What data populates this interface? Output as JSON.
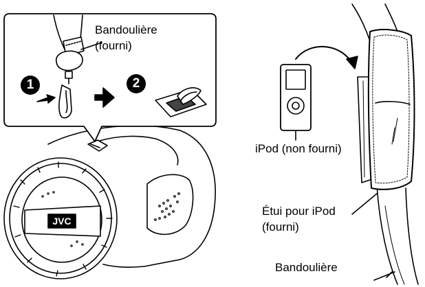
{
  "inset": {
    "strap_label_line1": "Bandoulière",
    "strap_label_line2": "(fourni)",
    "step1": "1",
    "step2": "2"
  },
  "camera": {
    "brand": "JVC"
  },
  "ipod": {
    "label": "iPod (non fourni)"
  },
  "case": {
    "label_line1": "Étui pour iPod",
    "label_line2": "(fourni)"
  },
  "strap": {
    "label": "Bandoulière"
  },
  "colors": {
    "line": "#000000",
    "fill": "#ffffff",
    "shade": "#d8d8d8",
    "dark": "#333333"
  }
}
